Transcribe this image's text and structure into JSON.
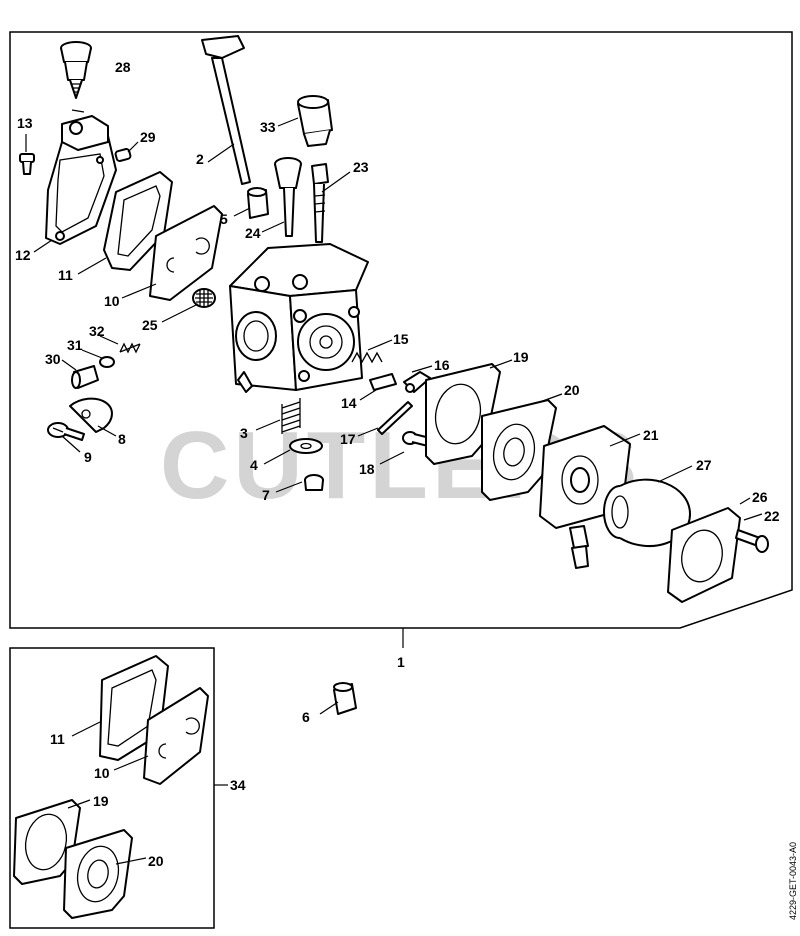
{
  "watermark": "CUTLERS",
  "drawing_code": "4229-GET-0043-A0",
  "main_assembly_label": "1",
  "kit_label": "34",
  "callouts": [
    {
      "id": "28",
      "label": "28"
    },
    {
      "id": "13",
      "label": "13"
    },
    {
      "id": "29",
      "label": "29"
    },
    {
      "id": "2",
      "label": "2"
    },
    {
      "id": "33",
      "label": "33"
    },
    {
      "id": "23",
      "label": "23"
    },
    {
      "id": "5",
      "label": "5"
    },
    {
      "id": "24",
      "label": "24"
    },
    {
      "id": "12",
      "label": "12"
    },
    {
      "id": "11",
      "label": "11"
    },
    {
      "id": "10",
      "label": "10"
    },
    {
      "id": "25",
      "label": "25"
    },
    {
      "id": "32",
      "label": "32"
    },
    {
      "id": "31",
      "label": "31"
    },
    {
      "id": "30",
      "label": "30"
    },
    {
      "id": "15",
      "label": "15"
    },
    {
      "id": "16",
      "label": "16"
    },
    {
      "id": "19",
      "label": "19"
    },
    {
      "id": "14",
      "label": "14"
    },
    {
      "id": "20",
      "label": "20"
    },
    {
      "id": "8",
      "label": "8"
    },
    {
      "id": "9",
      "label": "9"
    },
    {
      "id": "3",
      "label": "3"
    },
    {
      "id": "17",
      "label": "17"
    },
    {
      "id": "21",
      "label": "21"
    },
    {
      "id": "4",
      "label": "4"
    },
    {
      "id": "18",
      "label": "18"
    },
    {
      "id": "27",
      "label": "27"
    },
    {
      "id": "7",
      "label": "7"
    },
    {
      "id": "26",
      "label": "26"
    },
    {
      "id": "22",
      "label": "22"
    },
    {
      "id": "6",
      "label": "6"
    },
    {
      "id": "k11",
      "label": "11"
    },
    {
      "id": "k10",
      "label": "10"
    },
    {
      "id": "k19",
      "label": "19"
    },
    {
      "id": "k20",
      "label": "20"
    }
  ]
}
